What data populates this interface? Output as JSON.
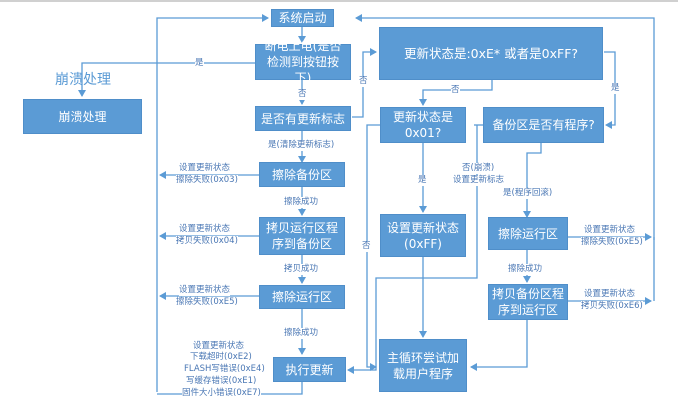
{
  "diagram": {
    "title_label": "崩溃处理",
    "nodes": {
      "system_start": "系统启动",
      "power_cycle": "断电上电(是否检测到按钮按下)",
      "crash_handling": "崩溃处理",
      "has_update_flag": "是否有更新标志",
      "update_status_check": "更新状态是:0xE* 或者是0xFF?",
      "status_is_01": "更新状态是0x01?",
      "backup_has_program": "备份区是否有程序?",
      "erase_backup": "擦除备份区",
      "copy_run_to_backup": "拷贝运行区程序到备份区",
      "erase_run_left": "擦除运行区",
      "execute_update": "执行更新",
      "set_status_ff": "设置更新状态(0xFF)",
      "erase_run_right": "擦除运行区",
      "copy_backup_to_run": "拷贝备份区程序到运行区",
      "main_loop": "主循环尝试加载用户程序"
    },
    "edge_labels": {
      "yes_power": "是",
      "no_power": "否",
      "no_flag": "否",
      "no_status": "否",
      "yes_status": "是",
      "yes_clear_flag": "是(清除更新标志)",
      "erase_ok_1": "擦除成功",
      "copy_ok": "拷贝成功",
      "erase_ok_2": "擦除成功",
      "yes_01": "是",
      "no_crash_line1": "否(崩溃)",
      "no_crash_line2": "设置更新标志",
      "yes_rollback": "是(程序回滚)",
      "no_backup": "否",
      "erase_ok_3": "擦除成功",
      "err_03_line1": "设置更新状态",
      "err_03_line2": "擦除失败(0x03)",
      "err_04_line1": "设置更新状态",
      "err_04_line2": "拷贝失败(0x04)",
      "err_e5_left_line1": "设置更新状态",
      "err_e5_left_line2": "擦除失败(0xE5)",
      "err_update_lines": [
        "设置更新状态",
        "下载超时(0xE2)",
        "FLASH写错误(0xE4)",
        "写缓存错误(0xE1)",
        "固件大小错误(0xE7)"
      ],
      "err_e5_right_line1": "设置更新状态",
      "err_e5_right_line2": "擦除失败(0xE5)",
      "err_e6_line1": "设置更新状态",
      "err_e6_line2": "拷贝失败(0xE6)"
    },
    "colors": {
      "node_fill": "#5b9bd5",
      "line": "#5b9bd5",
      "label_text": "#4a77b4"
    }
  }
}
